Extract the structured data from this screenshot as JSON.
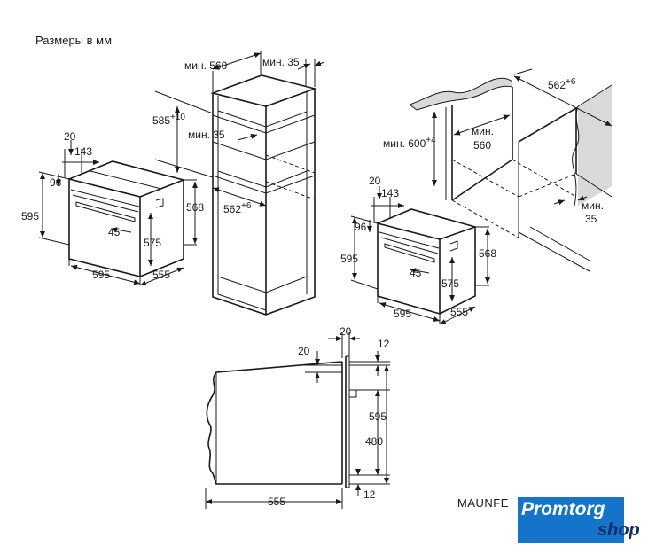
{
  "title": "Размеры в мм",
  "model_text": "MAUNFE",
  "logo": {
    "line1": "Promtorg",
    "line2": "shop"
  },
  "left_oven": {
    "d_20": "20",
    "d_143": "143",
    "d_96": "96",
    "d_595_h": "595",
    "d_45": "45",
    "d_575": "575",
    "d_568": "568",
    "d_595_w": "595",
    "d_555": "555"
  },
  "cabinet": {
    "min_560": "мин. 560",
    "min_35_top": "мин. 35",
    "d_585": "585",
    "d_585_sup": "+10",
    "min_35_mid": "мин. 35",
    "d_562": "562",
    "d_562_sup": "+6"
  },
  "right_oven": {
    "d_20": "20",
    "d_143": "143",
    "d_96": "96",
    "d_595_h": "595",
    "d_45": "45",
    "d_575": "575",
    "d_568": "568",
    "d_595_w": "595",
    "d_555": "555"
  },
  "counter": {
    "d_562": "562",
    "d_562_sup": "+6",
    "min_600": "мин. 600",
    "min_600_sup": "+4",
    "min_560_a": "мин.",
    "min_560_b": "560",
    "min_35_a": "мин.",
    "min_35_b": "35"
  },
  "side": {
    "d_20_top": "20",
    "d_20_left": "20",
    "d_12_top": "12",
    "d_595": "595",
    "d_480": "480",
    "d_555": "555",
    "d_12_bottom": "12"
  },
  "colors": {
    "logo_blue": "#1474c9",
    "logo_dark": "#0d2d6b"
  }
}
